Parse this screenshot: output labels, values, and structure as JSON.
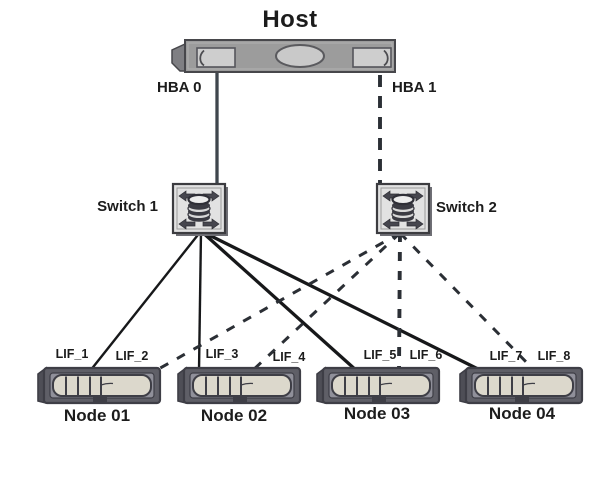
{
  "diagram": {
    "host": {
      "label": "Host"
    },
    "hbas": [
      {
        "label": "HBA 0"
      },
      {
        "label": "HBA 1"
      }
    ],
    "switches": [
      {
        "label": "Switch 1"
      },
      {
        "label": "Switch 2"
      }
    ],
    "nodes": [
      {
        "label": "Node 01",
        "lifs": [
          "LIF_1",
          "LIF_2"
        ]
      },
      {
        "label": "Node 02",
        "lifs": [
          "LIF_3",
          "LIF_4"
        ]
      },
      {
        "label": "Node 03",
        "lifs": [
          "LIF_5",
          "LIF_6"
        ]
      },
      {
        "label": "Node 04",
        "lifs": [
          "LIF_7",
          "LIF_8"
        ]
      }
    ],
    "connections": [
      {
        "from": "hba-0",
        "to": "switch-1",
        "style": "solid",
        "weight": "bold"
      },
      {
        "from": "hba-1",
        "to": "switch-2",
        "style": "dashed",
        "weight": "bold"
      },
      {
        "from": "switch-1",
        "to": "lif-1",
        "style": "solid",
        "weight": "normal"
      },
      {
        "from": "switch-1",
        "to": "lif-3",
        "style": "solid",
        "weight": "normal"
      },
      {
        "from": "switch-1",
        "to": "lif-5",
        "style": "solid",
        "weight": "bold"
      },
      {
        "from": "switch-1",
        "to": "lif-7",
        "style": "solid",
        "weight": "bold"
      },
      {
        "from": "switch-2",
        "to": "lif-2",
        "style": "dashed",
        "weight": "normal"
      },
      {
        "from": "switch-2",
        "to": "lif-4",
        "style": "dashed",
        "weight": "normal"
      },
      {
        "from": "switch-2",
        "to": "lif-6",
        "style": "dashed",
        "weight": "bold"
      },
      {
        "from": "switch-2",
        "to": "lif-8",
        "style": "dashed",
        "weight": "normal"
      }
    ],
    "colors": {
      "line_solid": "#17181a",
      "line_dashed": "#2b2f35",
      "hba_line": "#3f464d",
      "text": "#1c1c1c",
      "host_fill": "#9c9c9c",
      "host_border": "#47474b",
      "port_fill": "#cecece",
      "switch_fill": "#e2e2e2",
      "switch_border": "#3c3c40",
      "arrow": "#46464e",
      "node_fill": "#5f5f67",
      "node_panel": "#90909a",
      "node_capsule": "#dcd8cc",
      "node_stroke": "#3e3e46"
    }
  }
}
